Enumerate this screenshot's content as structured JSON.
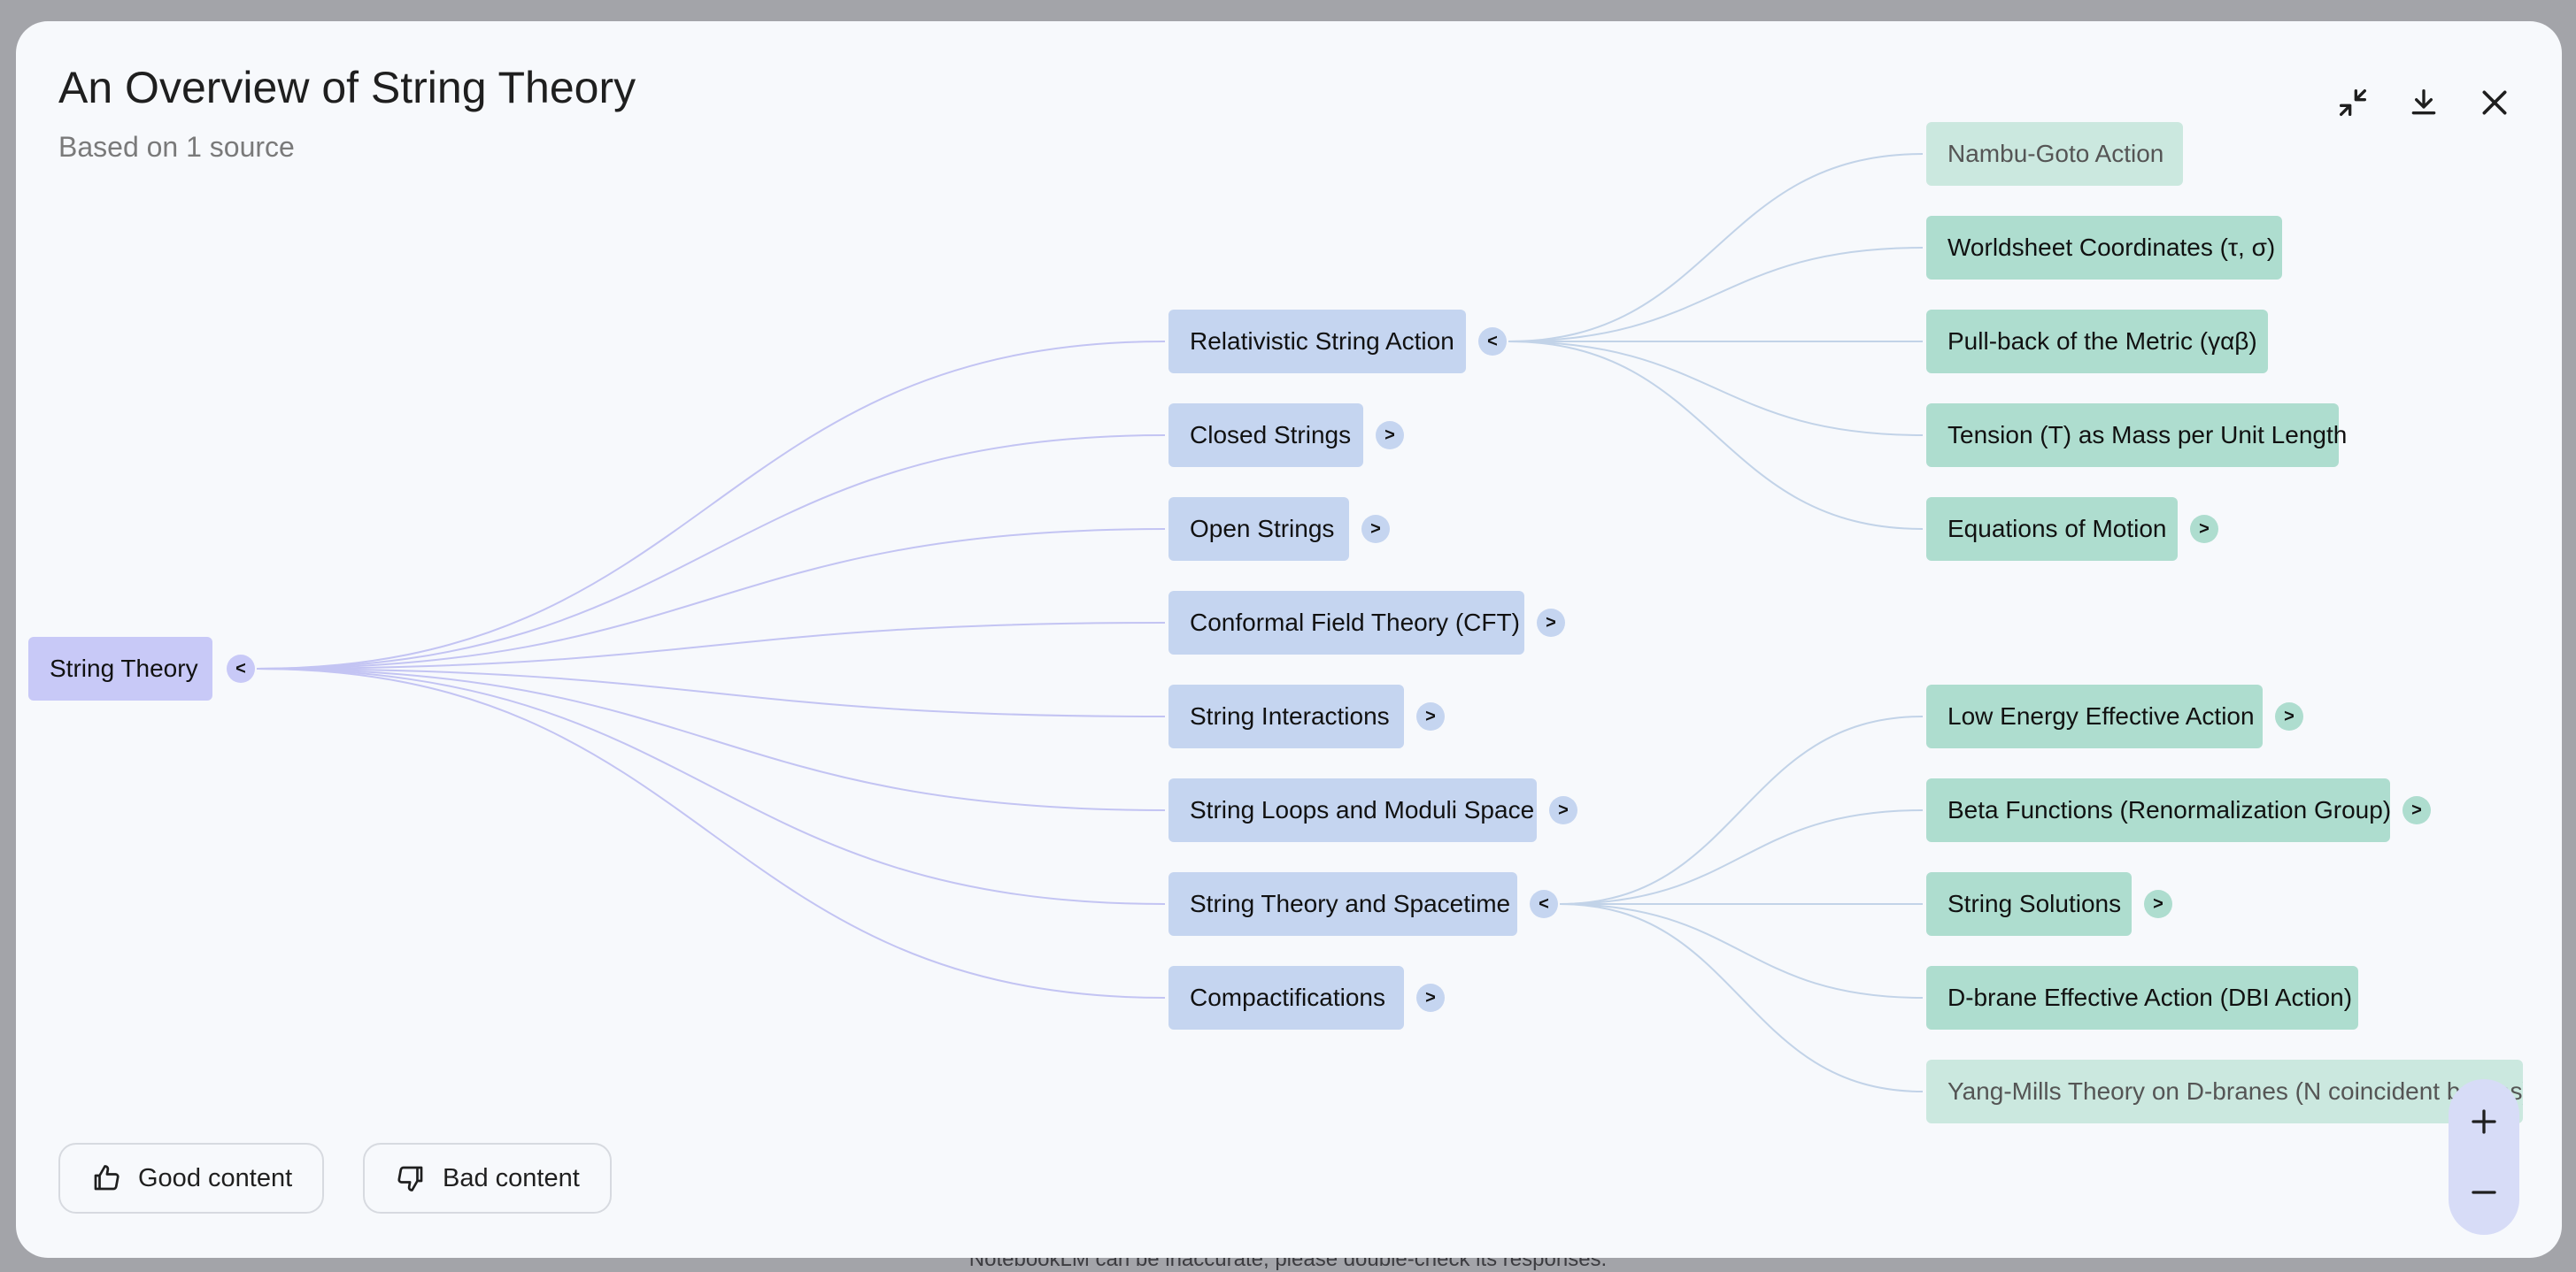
{
  "window": {
    "title": "An Overview of String Theory",
    "subtitle": "Based on 1 source",
    "footer_note": "NotebookLM can be inaccurate; please double-check its responses."
  },
  "toolbar": {
    "collapse_icon": "collapse-arrows-icon",
    "download_icon": "download-icon",
    "close_icon": "close-icon"
  },
  "mindmap": {
    "root": {
      "label": "String Theory",
      "toggle": "<"
    },
    "branches": [
      {
        "label": "Relativistic String Action",
        "toggle": "<"
      },
      {
        "label": "Closed Strings",
        "toggle": ">"
      },
      {
        "label": "Open Strings",
        "toggle": ">"
      },
      {
        "label": "Conformal Field Theory (CFT)",
        "toggle": ">"
      },
      {
        "label": "String Interactions",
        "toggle": ">"
      },
      {
        "label": "String Loops and Moduli Space",
        "toggle": ">"
      },
      {
        "label": "String Theory and Spacetime",
        "toggle": "<"
      },
      {
        "label": "Compactifications",
        "toggle": ">"
      }
    ],
    "action_children": [
      {
        "label": "Nambu-Goto Action",
        "toggle": ""
      },
      {
        "label": "Worldsheet Coordinates (τ, σ)",
        "toggle": ""
      },
      {
        "label": "Pull-back of the Metric (γαβ)",
        "toggle": ""
      },
      {
        "label": "Tension (T) as Mass per Unit Length",
        "toggle": ""
      },
      {
        "label": "Equations of Motion",
        "toggle": ">"
      }
    ],
    "spacetime_children": [
      {
        "label": "Low Energy Effective Action",
        "toggle": ">"
      },
      {
        "label": "Beta Functions (Renormalization Group)",
        "toggle": ">"
      },
      {
        "label": "String Solutions",
        "toggle": ">"
      },
      {
        "label": "D-brane Effective Action (DBI Action)",
        "toggle": ""
      },
      {
        "label": "Yang-Mills Theory on D-branes (N coincident branes)",
        "toggle": ""
      }
    ]
  },
  "feedback": {
    "good_label": "Good content",
    "bad_label": "Bad content"
  },
  "colors": {
    "root_node": "#c8c9f7",
    "branch_node": "#c5d5f0",
    "leaf_node": "#aeddcf",
    "link_root": "#c3c4f3",
    "link_branch": "#c2d3e8"
  }
}
